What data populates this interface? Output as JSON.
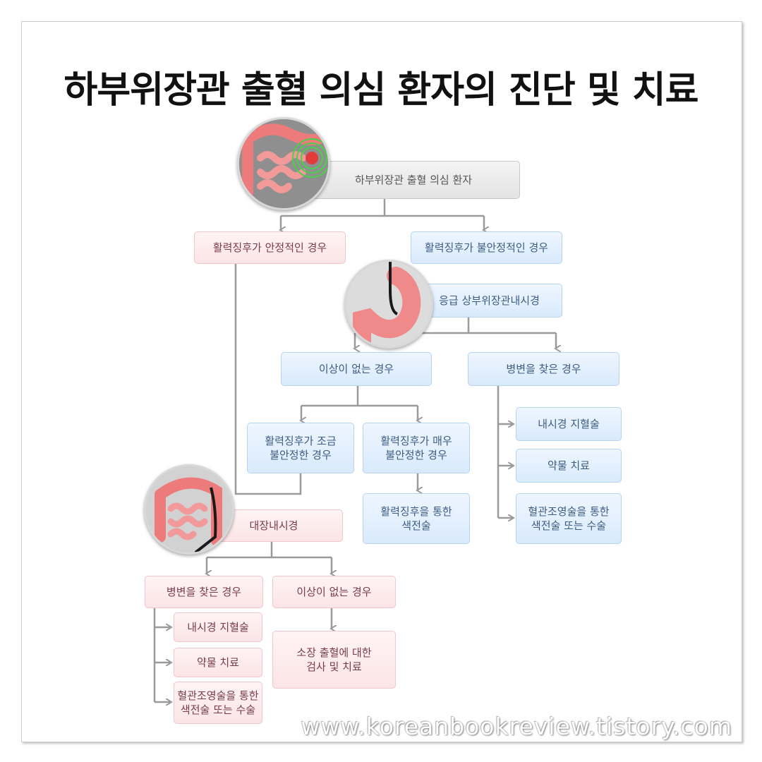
{
  "title": "하부위장관 출혈 의심 환자의 진단 및 치료",
  "nodes": {
    "patient": "하부위장관 출혈 의심 환자",
    "stable": "활력징후가 안정적인 경우",
    "unstable": "활력징후가 불안정적인 경우",
    "upper_endoscopy": "응급 상부위장관내시경",
    "upper_normal": "이상이 없는 경우",
    "upper_lesion": "병변을 찾은 경우",
    "slightly_unstable": "활력징후가 조금\n불안정한 경우",
    "very_unstable": "활력징후가 매우\n불안정한 경우",
    "embolization_vital": "활력징후을 통한\n색전술",
    "upper_hemostasis": "내시경 지혈술",
    "upper_drug": "약물 치료",
    "upper_angio": "혈관조영술을 통한\n색전술 또는 수술",
    "colonoscopy": "대장내시경",
    "colon_lesion": "병변을 찾은 경우",
    "colon_normal": "이상이 없는 경우",
    "colon_hemostasis": "내시경 지혈술",
    "colon_drug": "약물 치료",
    "colon_angio": "혈관조영술을 통한\n색전술 또는 수술",
    "small_bowel": "소장 출혈에 대한\n검사 및 치료"
  },
  "watermark": "www.koreanbookreview.tistory.com",
  "colors": {
    "line": "#9a9a9a",
    "intestine": "#ee7b7b",
    "stomach": "#f08a8a"
  },
  "icons": [
    "intestine-bleeding-icon",
    "stomach-endoscope-icon",
    "colon-endoscope-icon"
  ]
}
